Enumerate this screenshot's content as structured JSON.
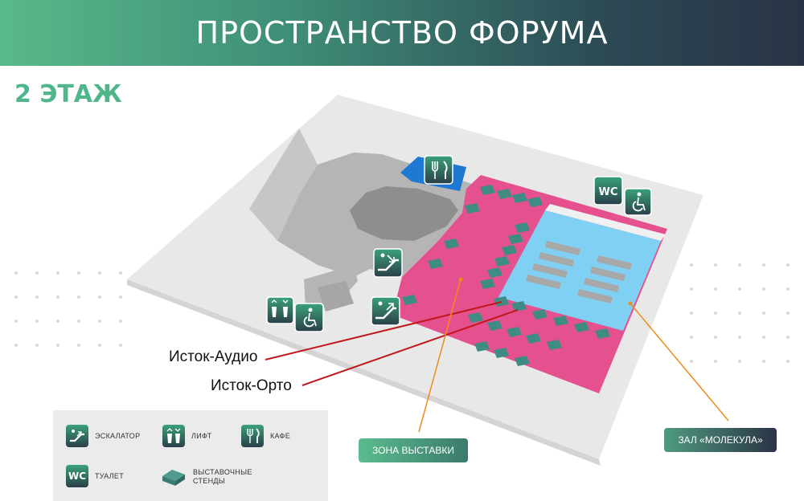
{
  "header": {
    "title": "ПРОСТРАНСТВО ФОРУМА"
  },
  "floor": {
    "label": "2 ЭТАЖ"
  },
  "icons": {
    "cafe": "fork-knife-icon",
    "wc": "WC",
    "accessible": "wheelchair-icon",
    "escalator": "escalator-icon",
    "lift": "lift-icon"
  },
  "callouts": [
    {
      "label": "Исток-Аудио"
    },
    {
      "label": "Исток-Орто"
    }
  ],
  "zones": {
    "expo": "ЗОНА ВЫСТАВКИ",
    "hall": "ЗАЛ «МОЛЕКУЛА»"
  },
  "legend": {
    "escalator": "ЭСКАЛАТОР",
    "lift": "ЛИФТ",
    "cafe": "КАФЕ",
    "wc_icon": "WC",
    "wc": "ТУАЛЕТ",
    "stands_line1": "ВЫСТАВОЧНЫЕ",
    "stands_line2": "СТЕНДЫ"
  },
  "colors": {
    "expo_zone": "#e5518f",
    "hall": "#7fd0f2",
    "cafe_block": "#1f78d1",
    "stand": "#3f8c84",
    "floor": "#e8e8e8",
    "callout_line": "#c0171b",
    "zone_line": "#f08a1c",
    "accent_green": "#4fb58a"
  }
}
